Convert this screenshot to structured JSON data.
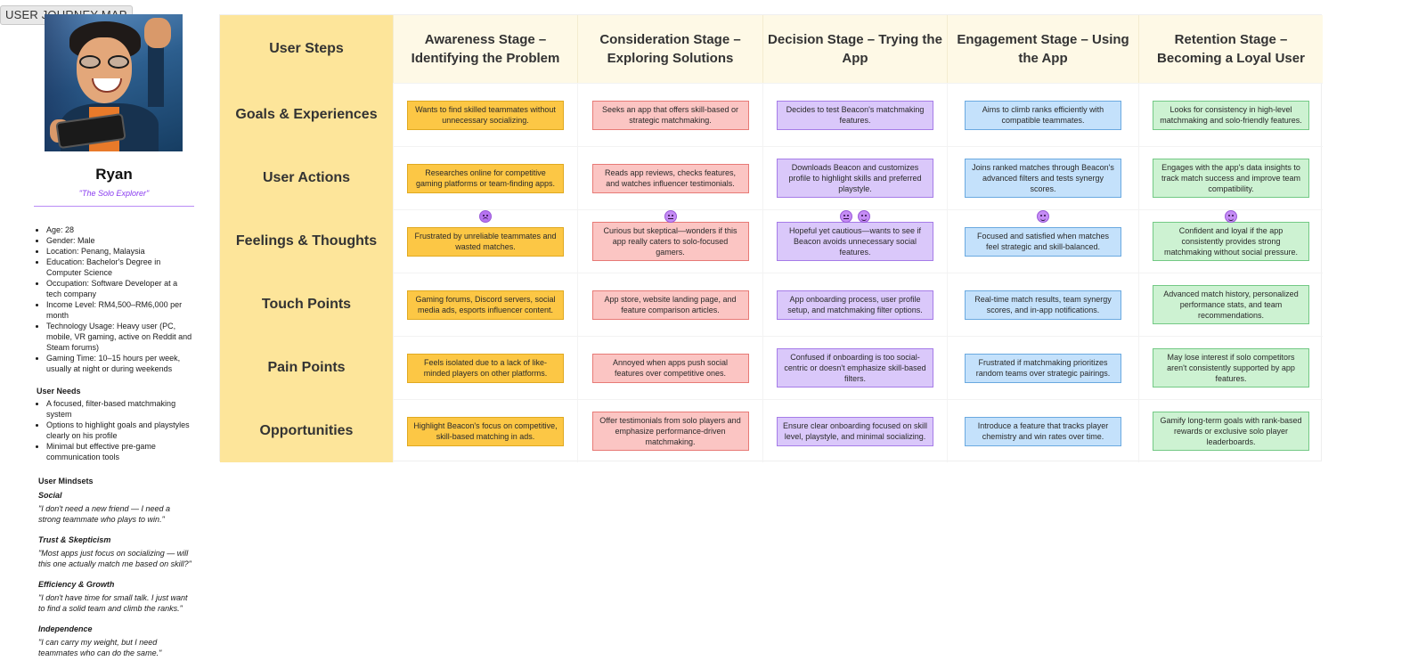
{
  "frame": {
    "label": "USER JOURNEY MAP"
  },
  "persona": {
    "name": "Ryan",
    "tagline": "\"The Solo Explorer\"",
    "facts": [
      "Age: 28",
      "Gender: Male",
      "Location: Penang, Malaysia",
      "Education: Bachelor's Degree in Computer Science",
      "Occupation: Software Developer at a tech company",
      "Income Level: RM4,500–RM6,000 per month",
      "Technology Usage: Heavy user (PC, mobile, VR gaming, active on Reddit and Steam forums)",
      "Gaming Time: 10–15 hours per week, usually at night or during weekends"
    ],
    "needs_title": "User Needs",
    "needs": [
      "A focused, filter-based matchmaking system",
      "Options to highlight goals and playstyles clearly on his profile",
      "Minimal but effective pre-game communication tools"
    ],
    "mindsets_title": "User Mindsets",
    "mindsets": [
      {
        "label": "Social",
        "quote": "\"I don't need a new friend — I need a strong teammate who plays to win.\""
      },
      {
        "label": "Trust & Skepticism",
        "quote": "\"Most apps just focus on socializing — will this one actually match me based on skill?\""
      },
      {
        "label": "Efficiency & Growth",
        "quote": "\"I don't have time for small talk. I just want to find a solid team and climb the ranks.\""
      },
      {
        "label": "Independence",
        "quote": "\"I can carry my weight, but I need teammates who can do the same.\""
      }
    ]
  },
  "map": {
    "corner": "User Steps",
    "stages": [
      "Awareness Stage – Identifying the Problem",
      "Consideration Stage – Exploring Solutions",
      "Decision Stage – Trying the App",
      "Engagement Stage – Using the App",
      "Retention Stage – Becoming a Loyal User"
    ],
    "rows": [
      {
        "label": "Goals & Experiences",
        "cells": [
          "Wants to find skilled teammates without unnecessary socializing.",
          "Seeks an app that offers skill-based or strategic matchmaking.",
          "Decides to test Beacon's matchmaking features.",
          "Aims to climb ranks efficiently with compatible teammates.",
          "Looks for consistency in high-level matchmaking and solo-friendly features."
        ]
      },
      {
        "label": "User Actions",
        "cells": [
          "Researches online for competitive gaming platforms or team-finding apps.",
          "Reads app reviews, checks features, and watches influencer testimonials.",
          "Downloads Beacon and customizes profile to highlight skills and preferred playstyle.",
          "Joins ranked matches through Beacon's advanced filters and tests synergy scores.",
          "Engages with the app's data insights to track match success and improve team compatibility."
        ]
      },
      {
        "label": "Feelings & Thoughts",
        "cells": [
          "Frustrated by unreliable teammates and wasted matches.",
          "Curious but skeptical—wonders if this app really caters to solo-focused gamers.",
          "Hopeful yet cautious—wants to see if Beacon avoids unnecessary social features.",
          "Focused and satisfied when matches feel strategic and skill-balanced.",
          "Confident and loyal if the app consistently provides strong matchmaking without social pressure."
        ],
        "emojis": [
          [
            "angry-face-icon"
          ],
          [
            "neutral-face-icon"
          ],
          [
            "neutral-face-icon",
            "smiling-face-icon"
          ],
          [
            "smiling-face-icon"
          ],
          [
            "smiling-face-icon"
          ]
        ]
      },
      {
        "label": "Touch Points",
        "cells": [
          "Gaming forums, Discord servers, social media ads, esports influencer content.",
          "App store, website landing page, and feature comparison articles.",
          "App onboarding process, user profile setup, and matchmaking filter options.",
          "Real-time match results, team synergy scores, and in-app notifications.",
          "Advanced match history, personalized performance stats, and team recommendations."
        ]
      },
      {
        "label": "Pain Points",
        "cells": [
          "Feels isolated due to a lack of like-minded players on other platforms.",
          "Annoyed when apps push social features over competitive ones.",
          "Confused if onboarding is too social-centric or doesn't emphasize skill-based filters.",
          "Frustrated if matchmaking prioritizes random teams over strategic pairings.",
          "May lose interest if solo competitors aren't consistently supported by app features."
        ]
      },
      {
        "label": "Opportunities",
        "cells": [
          "Highlight Beacon's focus on competitive, skill-based matching in ads.",
          "Offer testimonials from solo players and emphasize performance-driven matchmaking.",
          "Ensure clear onboarding focused on skill level, playstyle, and minimal socializing.",
          "Introduce a feature that tracks player chemistry and win rates over time.",
          "Gamify long-term goals with rank-based rewards or exclusive solo player leaderboards."
        ]
      }
    ],
    "stage_colors": [
      "#fcc745",
      "#fbc5c3",
      "#dac8fa",
      "#c4e1fb",
      "#cdf2d2"
    ]
  }
}
